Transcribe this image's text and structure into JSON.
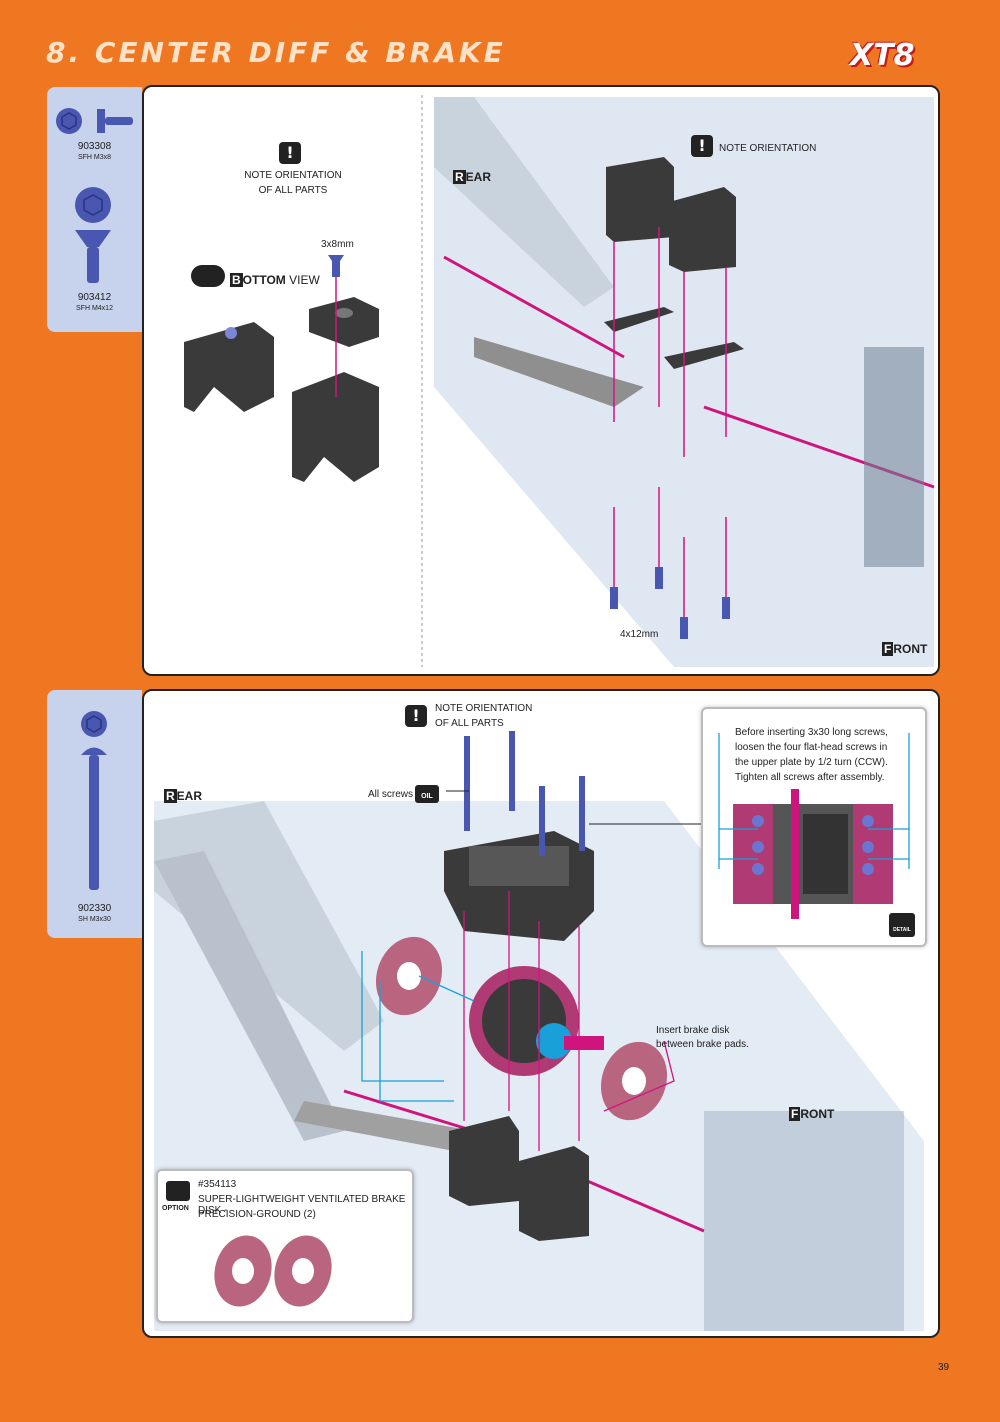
{
  "header": {
    "title": "8. CENTER DIFF & BRAKE",
    "logo": "XT8"
  },
  "step1": {
    "parts": [
      {
        "code": "903308",
        "desc": "SFH M3x8"
      },
      {
        "code": "903412",
        "desc": "SFH M4x12"
      }
    ],
    "left": {
      "note_line1": "NOTE ORIENTATION",
      "note_line2": "OF ALL PARTS",
      "screw_label": "3x8mm",
      "view_b": "B",
      "view_rest": "OTTOM",
      "view_word": "VIEW"
    },
    "right": {
      "rear_b": "R",
      "rear_rest": "EAR",
      "note": "NOTE ORIENTATION",
      "screw_label": "4x12mm",
      "front_b": "F",
      "front_rest": "RONT"
    }
  },
  "step2": {
    "parts": [
      {
        "code": "902330",
        "desc": "SH M3x30"
      }
    ],
    "note_line1": "NOTE ORIENTATION",
    "note_line2": "OF ALL PARTS",
    "rear_b": "R",
    "rear_rest": "EAR",
    "front_b": "F",
    "front_rest": "RONT",
    "all_screws": "All screws",
    "oil_badge": "OIL",
    "detail_lines": [
      "Before inserting 3x30 long screws,",
      "loosen the four flat-head screws in",
      "the upper plate by 1/2 turn (CCW).",
      "Tighten all screws after assembly."
    ],
    "detail_badge": "DETAIL",
    "brake_note_line1": "Insert brake disk",
    "brake_note_line2": "between brake pads.",
    "option": {
      "badge": "OPTION",
      "code": "#354113",
      "line1": "SUPER-LIGHTWEIGHT VENTILATED BRAKE DISK -",
      "line2": "PRECISION-GROUND (2)"
    }
  },
  "page_number": "39",
  "colors": {
    "background": "#f07722",
    "panel_blue": "#c7d3ec",
    "magenta": "#d0147e",
    "cyan": "#1aa0d8",
    "part_gray": "#3a3a3a"
  }
}
